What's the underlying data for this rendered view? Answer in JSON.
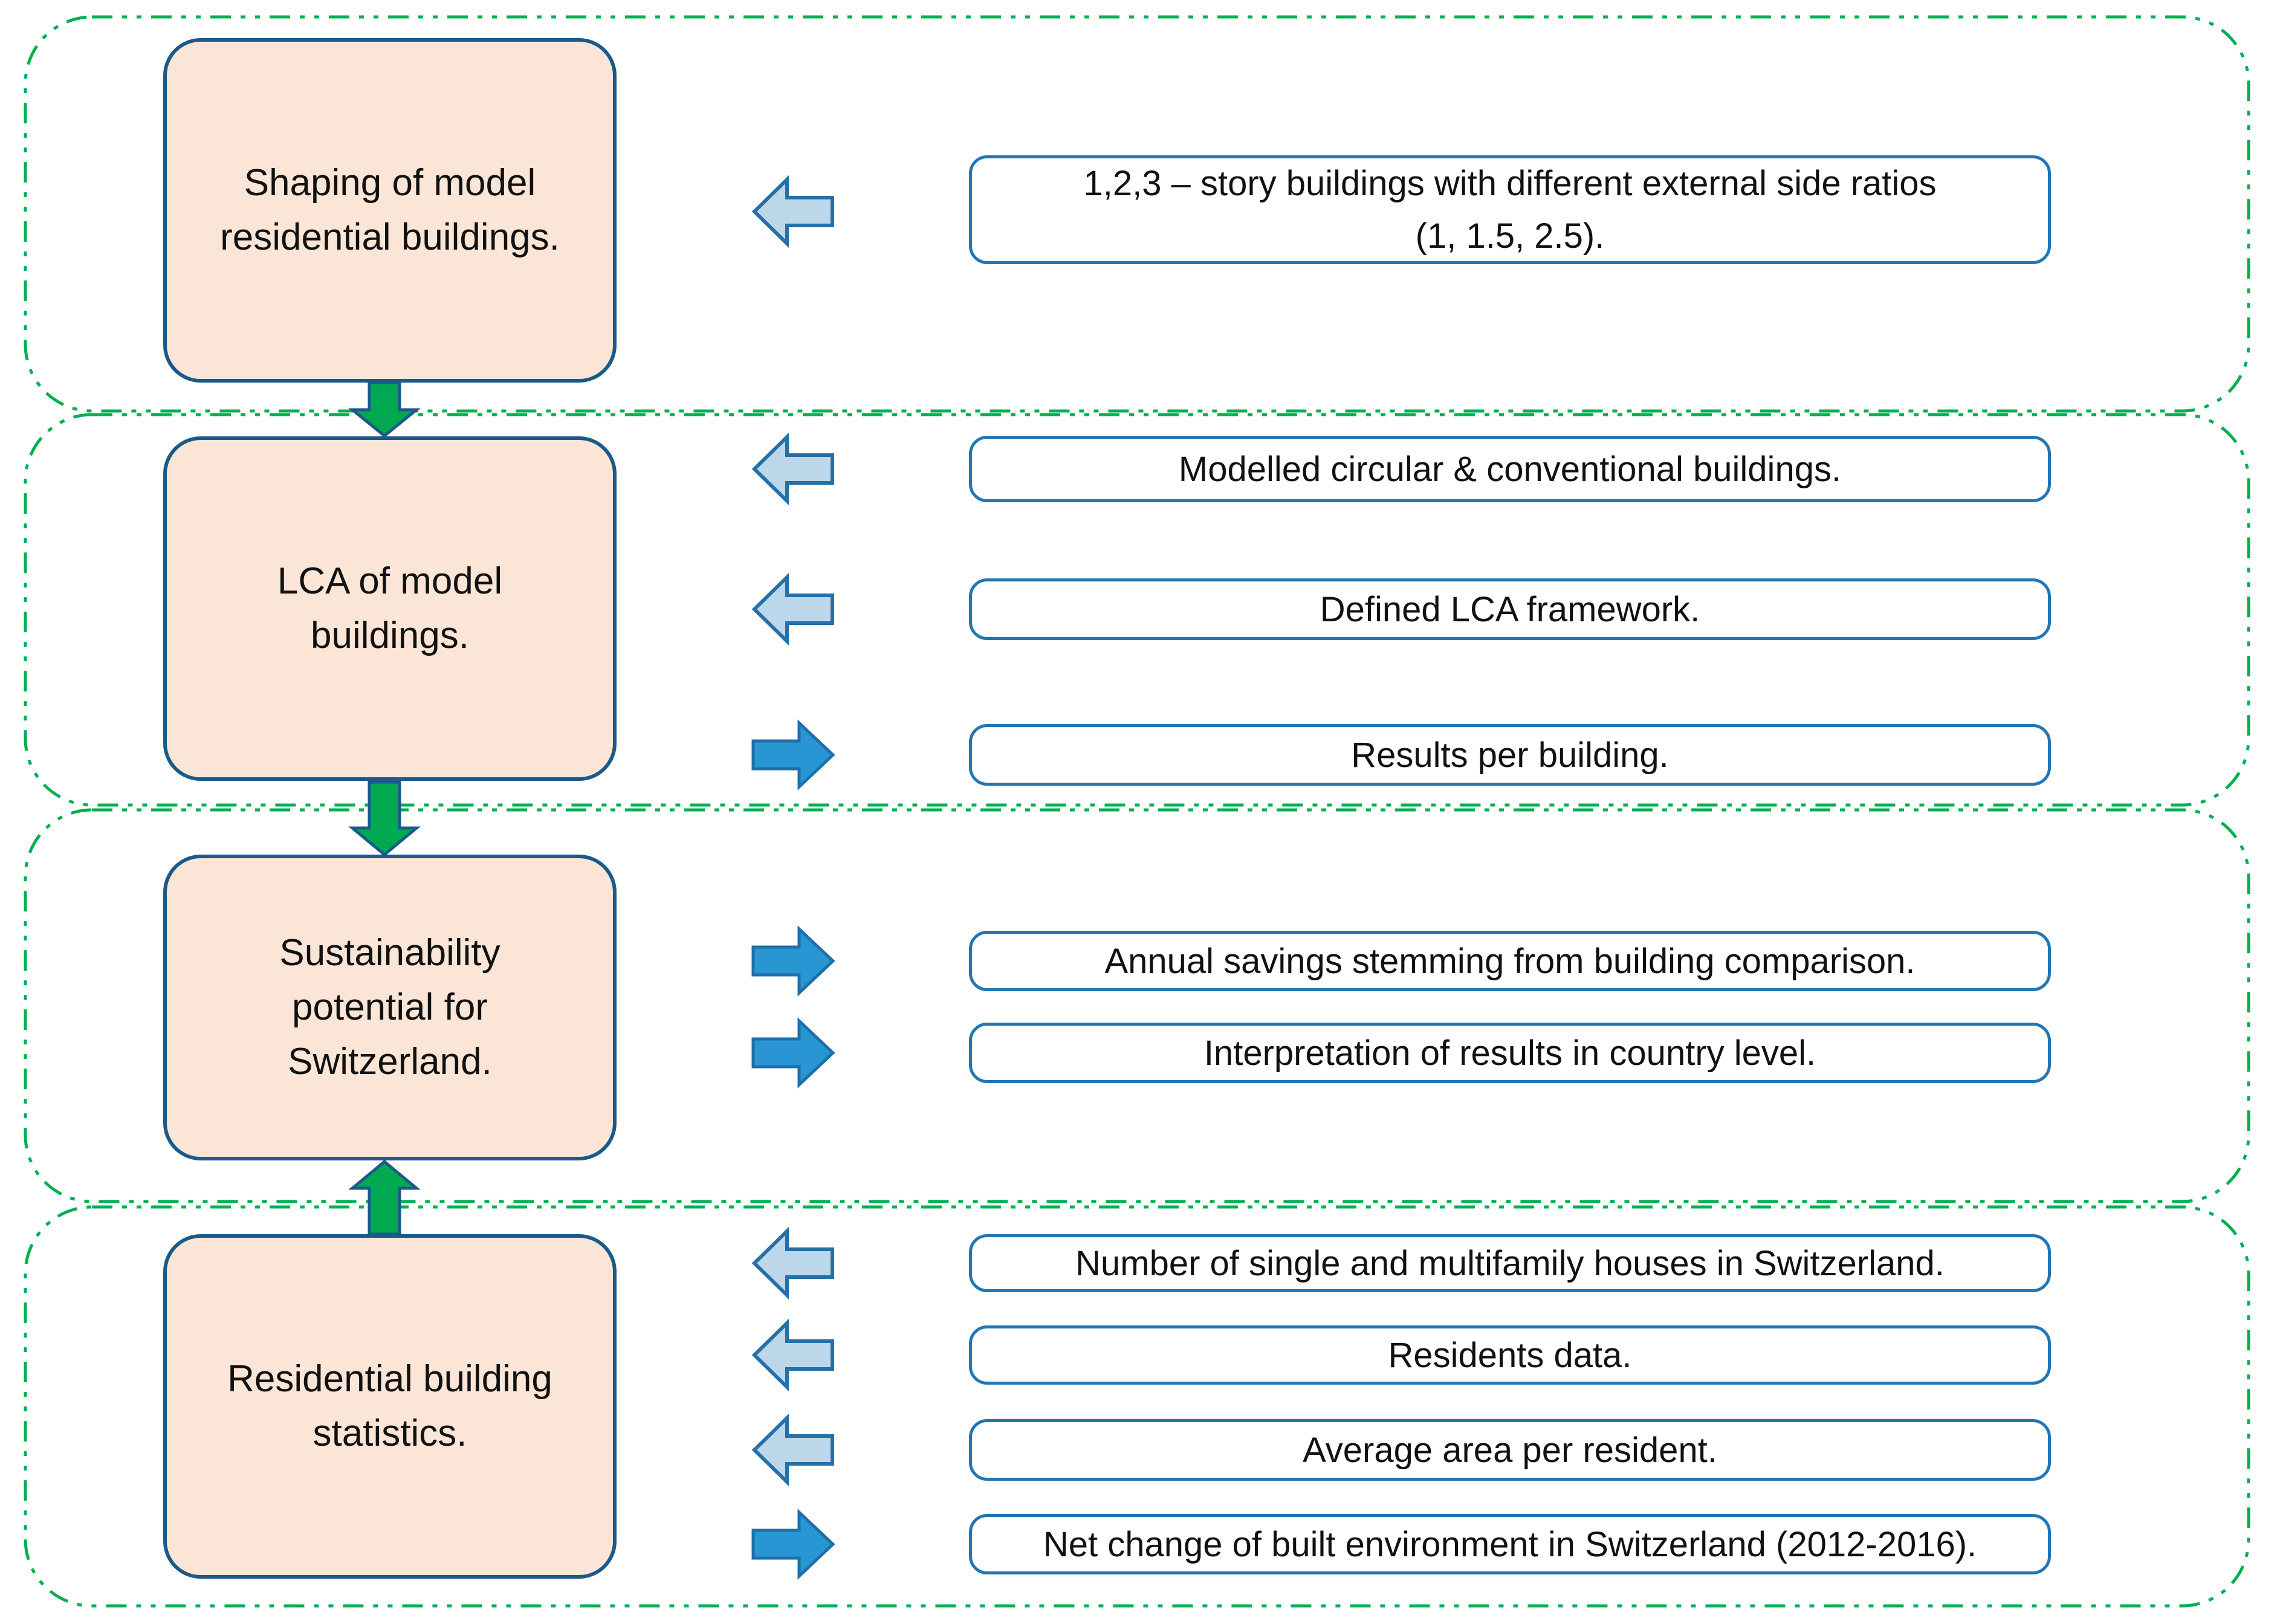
{
  "diagram_title": "Research methodology flow diagram",
  "colors": {
    "section_border": "#00B050",
    "stage_fill": "#FBE5D6",
    "stage_border": "#1A5A8A",
    "info_border": "#2276B4",
    "flow_arrow_fill": "#00A94F",
    "flow_arrow_border": "#1A5A8A",
    "input_arrow_fill": "#BDD7EA",
    "input_arrow_border": "#2470A8",
    "output_arrow_fill": "#2896D2",
    "output_arrow_border": "#1F6FA8"
  },
  "stages": [
    {
      "label": "Shaping of model\nresidential buildings.",
      "items": [
        {
          "direction": "input",
          "text": "1,2,3 – story buildings with different external side ratios\n(1, 1.5, 2.5)."
        }
      ]
    },
    {
      "label": "LCA of model\nbuildings.",
      "items": [
        {
          "direction": "input",
          "text": "Modelled circular & conventional buildings."
        },
        {
          "direction": "input",
          "text": "Defined LCA framework."
        },
        {
          "direction": "output",
          "text": "Results per building."
        }
      ]
    },
    {
      "label": "Sustainability\npotential for\nSwitzerland.",
      "items": [
        {
          "direction": "output",
          "text": "Annual savings stemming from building comparison."
        },
        {
          "direction": "output",
          "text": "Interpretation of results in country level."
        }
      ]
    },
    {
      "label": "Residential building\nstatistics.",
      "items": [
        {
          "direction": "input",
          "text": "Number of single and multifamily houses in Switzerland."
        },
        {
          "direction": "input",
          "text": "Residents data."
        },
        {
          "direction": "input",
          "text": "Average area per resident."
        },
        {
          "direction": "output",
          "text": "Net change of built environment in Switzerland (2012-2016)."
        }
      ]
    }
  ],
  "connectors": [
    {
      "from": "stage-1",
      "to": "stage-2",
      "direction": "down"
    },
    {
      "from": "stage-2",
      "to": "stage-3",
      "direction": "down"
    },
    {
      "from": "stage-4",
      "to": "stage-3",
      "direction": "up"
    }
  ]
}
